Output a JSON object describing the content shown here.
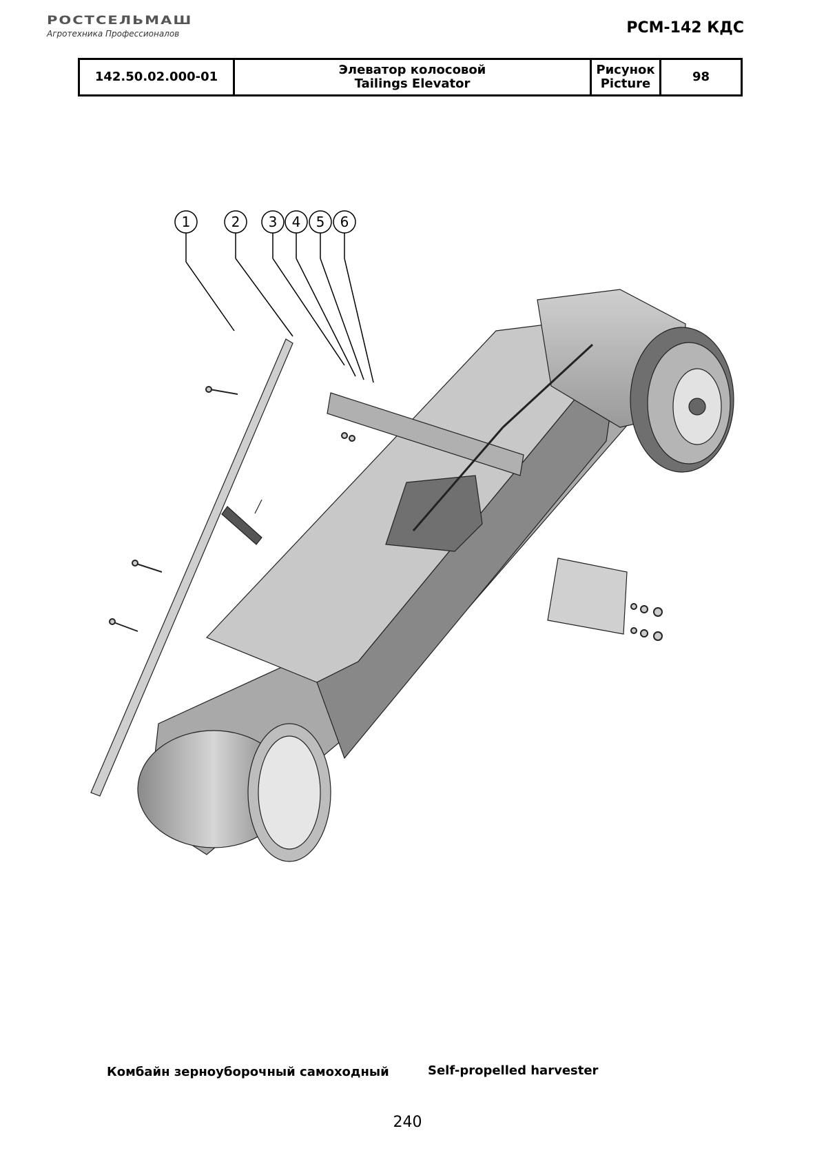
{
  "brand": {
    "name": "РОСТСЕЛЬМАШ",
    "tagline": "Агротехника Профессионалов"
  },
  "model": "РСМ-142 КДС",
  "header_table": {
    "part_number": "142.50.02.000-01",
    "title_ru": "Элеватор колосовой",
    "title_en": "Tailings Elevator",
    "figure_label_ru": "Рисунок",
    "figure_label_en": "Picture",
    "figure_number": "98"
  },
  "callouts": [
    "1",
    "2",
    "3",
    "4",
    "5",
    "6"
  ],
  "footer": {
    "ru": "Комбайн зерноуборочный самоходный",
    "en": "Self-propelled harvester"
  },
  "page_number": "240"
}
